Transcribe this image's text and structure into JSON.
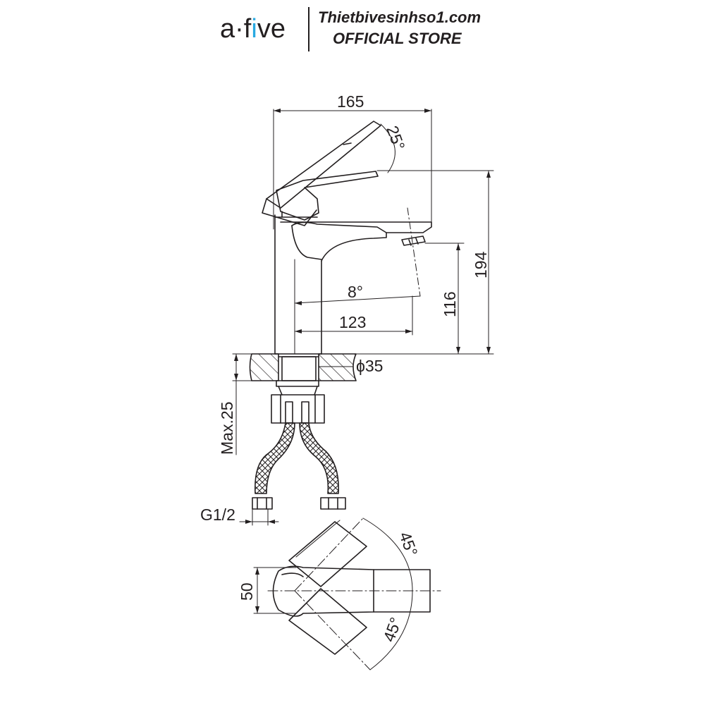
{
  "header": {
    "logo_text_a": "a",
    "logo_text_dot": "·",
    "logo_text_f": "f",
    "logo_text_i": "i",
    "logo_text_rest": "ve",
    "store_url": "Thietbivesinhso1.com",
    "store_tag": "OFFICIAL STORE",
    "logo_accent_color": "#29a9e1"
  },
  "dimensions": {
    "width_total": "165",
    "handle_angle": "25°",
    "height_total": "194",
    "spout_height": "116",
    "spout_angle": "8°",
    "spout_reach": "123",
    "hole_diameter": "ϕ35",
    "max_thickness": "Max.25",
    "thread": "G1/2",
    "body_width": "50",
    "rotation_up": "45°",
    "rotation_down": "45°"
  },
  "colors": {
    "line": "#231f20",
    "hatch": "#231f20"
  }
}
